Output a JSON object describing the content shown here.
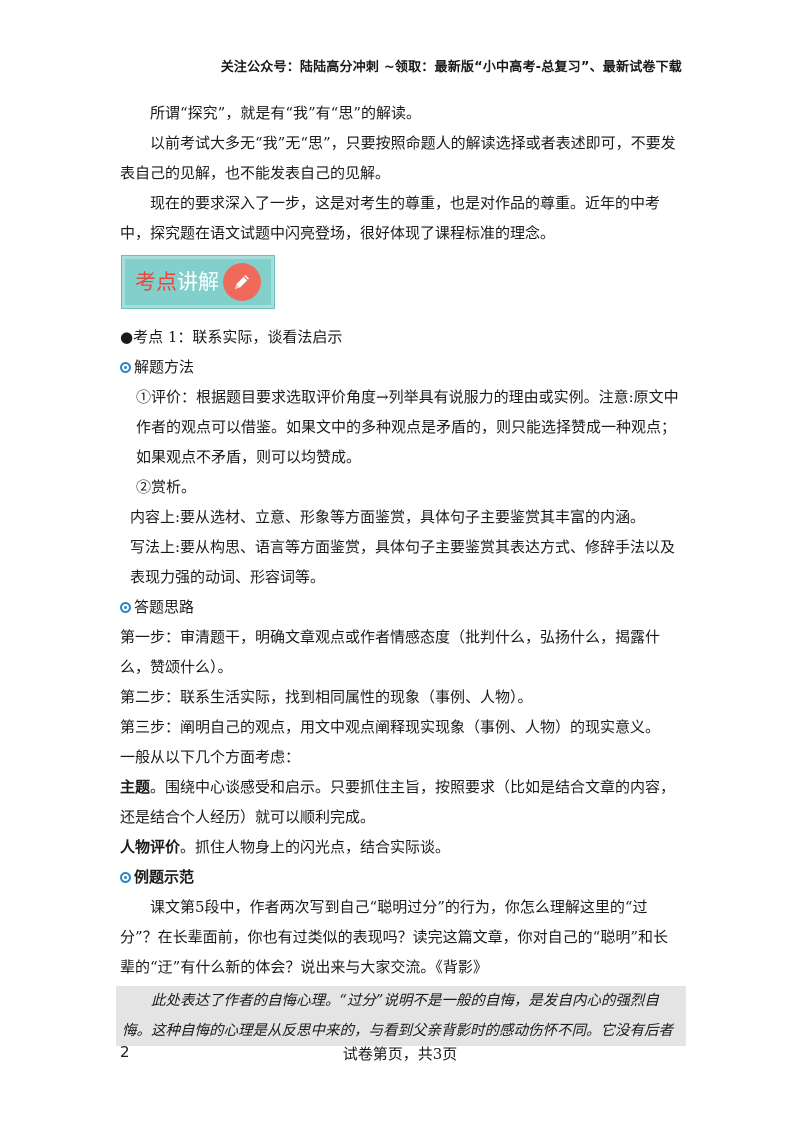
{
  "header": "关注公众号：陆陆高分冲刺 ~领取：最新版“小中高考-总复习”、最新试卷下载",
  "intro": [
    "所谓“探究”，就是有“我”有“思”的解读。",
    "以前考试大多无“我”无“思”，只要按照命题人的解读选择或者表述即可，不要发表自己的见解，也不能发表自己的见解。",
    "现在的要求深入了一步，这是对考生的尊重，也是对作品的尊重。近年的中考中，探究题在语文试题中闪亮登场，很好体现了课程标准的理念。"
  ],
  "badge": {
    "part1": "考点",
    "part2": "讲解"
  },
  "point1": "●考点 1：联系实际，谈看法启示",
  "method": {
    "title": "解题方法",
    "eval": "①评价：根据题目要求选取评价角度→列举具有说服力的理由或实例。注意:原文中作者的观点可以借鉴。如果文中的多种观点是矛盾的，则只能选择赞成一种观点；如果观点不矛盾，则可以均赞成。",
    "appreciate": "②赏析。",
    "content": "内容上:要从选材、立意、形象等方面鉴赏，具体句子主要鉴赏其丰富的内涵。",
    "writing": "写法上:要从构思、语言等方面鉴赏，具体句子主要鉴赏其表达方式、修辞手法以及表现力强的动词、形容词等。"
  },
  "ideas": {
    "title": "答题思路",
    "step1": "第一步：审清题干，明确文章观点或作者情感态度（批判什么，弘扬什么，揭露什么，赞颂什么）。",
    "step2": "第二步：联系生活实际，找到相同属性的现象（事例、人物）。",
    "step3": "第三步：阐明自己的观点，用文中观点阐释现实现象（事例、人物）的现实意义。",
    "general": "一般从以下几个方面考虑：",
    "theme_label": "主题",
    "theme_text": "。围绕中心谈感受和启示。只要抓住主旨，按照要求（比如是结合文章的内容，还是结合个人经历）就可以顺利完成。",
    "person_label": "人物评价",
    "person_text": "。抓住人物身上的闪光点，结合实际谈。"
  },
  "example": {
    "title": "例题示范",
    "question": "课文第5段中，作者两次写到自己“聪明过分”的行为，你怎么理解这里的“过分”？在长辈面前，你也有过类似的表现吗？读完这篇文章，你对自己的“聪明”和长辈的“迂”有什么新的体会？说出来与大家交流。《背影》",
    "answer": "此处表达了作者的自悔心理。“过分”说明不是一般的自悔，是发自内心的强烈自悔。这种自悔的心理是从反思中来的，与看到父亲背影时的感动伤怀不同。它没有后者强"
  },
  "footer": {
    "page": "2",
    "text": "试卷第页，共3页"
  }
}
